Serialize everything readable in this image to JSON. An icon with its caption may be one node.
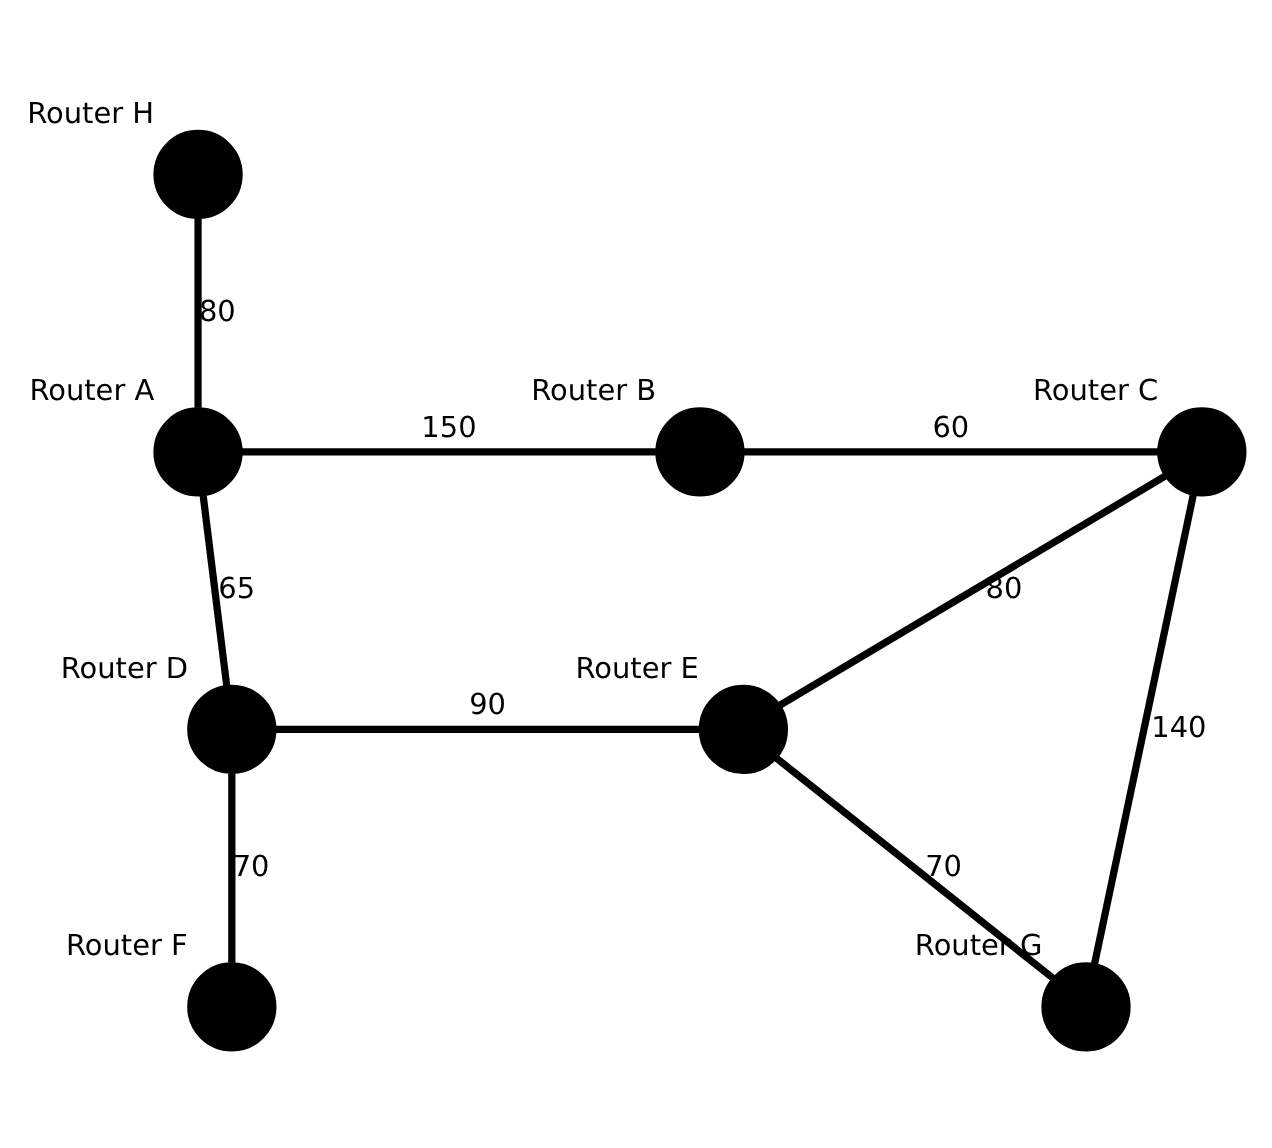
{
  "diagram": {
    "nodes": [
      {
        "text": [
          "Router H"
        ]
      },
      {
        "text": [
          "Router A"
        ]
      },
      {
        "text": [
          "Router B"
        ]
      },
      {
        "text": [
          "Router C"
        ]
      },
      {
        "text": [
          "Router D"
        ]
      },
      {
        "text": [
          "Router E"
        ]
      },
      {
        "text": [
          "Router F"
        ]
      },
      {
        "text": [
          "Router G"
        ]
      }
    ],
    "edges": [
      {
        "from": 0,
        "to": 1,
        "arrow": "none",
        "label": "80"
      },
      {
        "from": 1,
        "to": 2,
        "arrow": "none",
        "label": "150"
      },
      {
        "from": 2,
        "to": 3,
        "arrow": "none",
        "label": "60"
      },
      {
        "from": 1,
        "to": 4,
        "arrow": "none",
        "label": "65"
      },
      {
        "from": 4,
        "to": 5,
        "arrow": "none",
        "label": "90"
      },
      {
        "from": 5,
        "to": 3,
        "arrow": "none",
        "label": "80"
      },
      {
        "from": 3,
        "to": 7,
        "arrow": "none",
        "label": "140"
      },
      {
        "from": 5,
        "to": 7,
        "arrow": "none",
        "label": "70"
      },
      {
        "from": 4,
        "to": 6,
        "arrow": "none",
        "label": "70"
      }
    ]
  }
}
